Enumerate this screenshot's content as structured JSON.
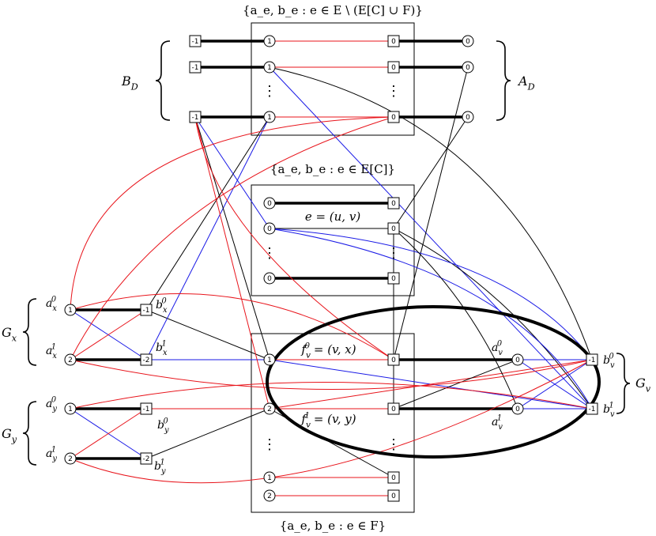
{
  "labels": {
    "top_set": "{a_e, b_e : e ∈ E \\ (E[C] ∪ F)}",
    "mid_set": "{a_e, b_e : e ∈ E[C]}",
    "bottom_set": "{a_e, b_e : e ∈ F}",
    "edge_uv": "e = (u, v)",
    "f0": "f_v^0 = (v, x)",
    "f1": "f_v^1 = (v, y)",
    "BD": "B_D",
    "AD": "A_D",
    "Gx": "G_x",
    "Gy": "G_y",
    "Gv": "G_v",
    "ax0": "a_x^0",
    "ax1": "a_x^1",
    "bx0": "b_x^0",
    "bx1": "b_x^1",
    "ay0": "a_y^0",
    "ay1": "a_y^1",
    "by0": "b_y^0",
    "by1": "b_y^1",
    "av0": "a_v^0",
    "av1": "a_v^1",
    "bv0": "b_v^0",
    "bv1": "b_v^1"
  },
  "node_values": {
    "top_left_col": [
      "-1",
      "-1",
      "-1"
    ],
    "top_a_col": [
      "1",
      "1",
      "1"
    ],
    "top_b_col": [
      "0",
      "0",
      "0"
    ],
    "top_right_col": [
      "0",
      "0",
      "0"
    ],
    "mid_a_col": [
      "0",
      "0",
      "0"
    ],
    "mid_b_col": [
      "0",
      "0",
      "0"
    ],
    "ax": [
      "1",
      "2"
    ],
    "bx": [
      "-1",
      "-2"
    ],
    "ay": [
      "1",
      "2"
    ],
    "by": [
      "-1",
      "-2"
    ],
    "f_a": [
      "1",
      "2"
    ],
    "f_b": [
      "0",
      "0"
    ],
    "bot_a": [
      "1",
      "2"
    ],
    "bot_b": [
      "0",
      "0"
    ],
    "av": [
      "0",
      "0"
    ],
    "bv": [
      "-1",
      "-1"
    ]
  },
  "ellipsis": "⋮",
  "colors": {
    "red": "#e8141b",
    "blue": "#1a1ae6",
    "black": "#000000"
  }
}
